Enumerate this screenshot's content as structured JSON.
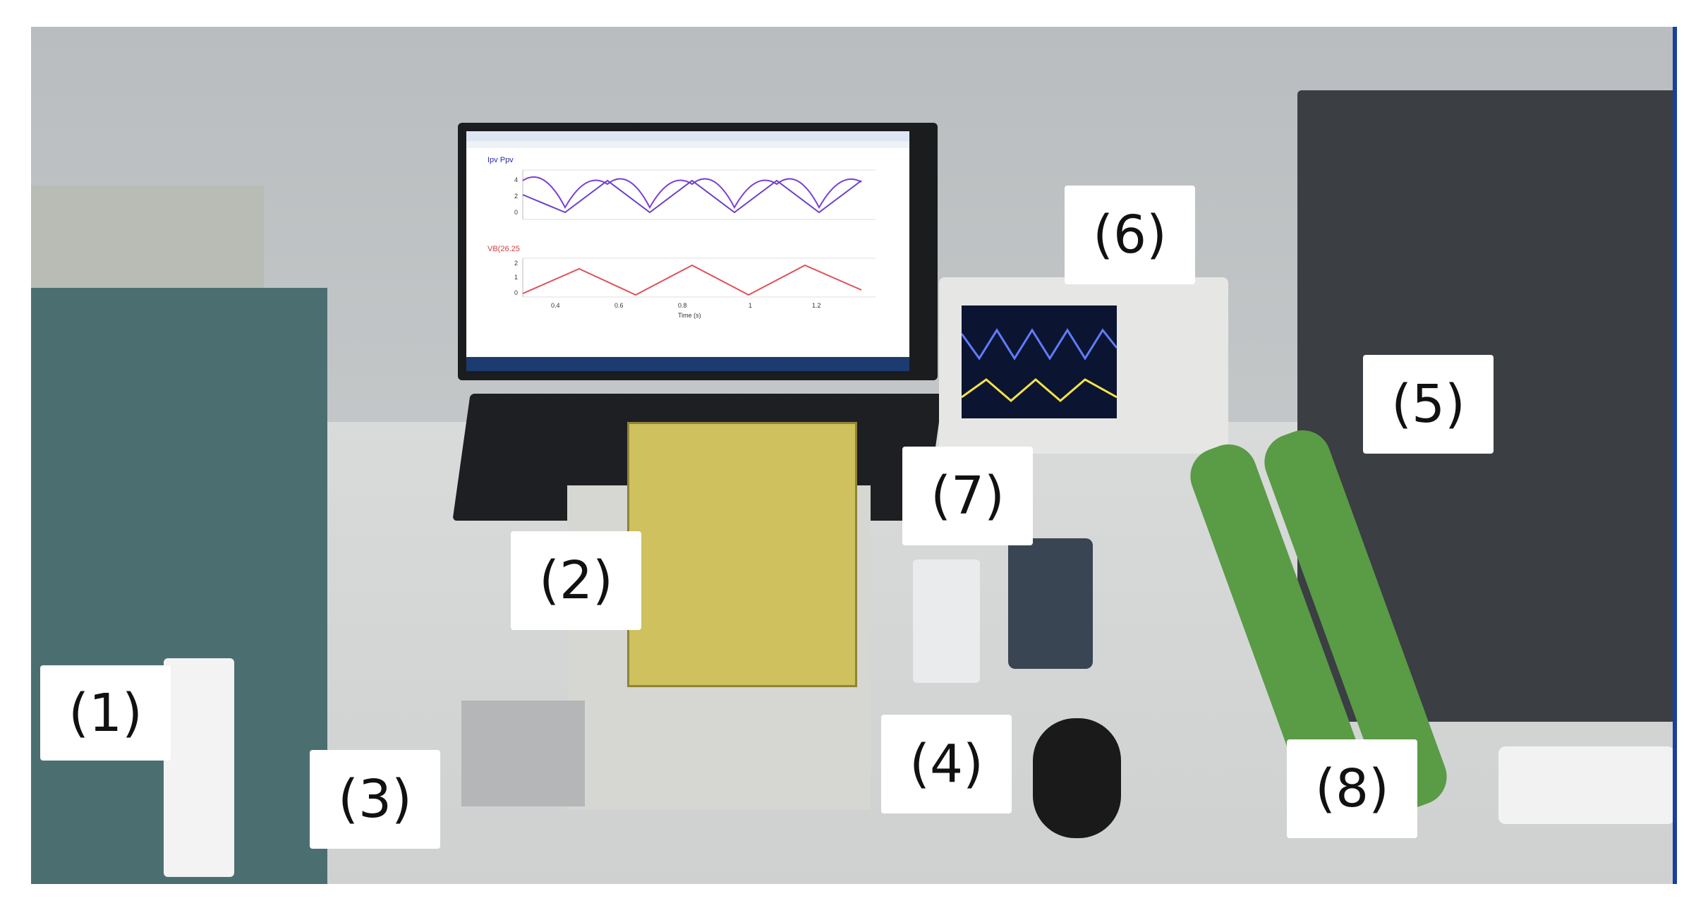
{
  "labels": {
    "l1": "(1)",
    "l2": "(2)",
    "l3": "(3)",
    "l4": "(4)",
    "l5": "(5)",
    "l6": "(6)",
    "l7": "(7)",
    "l8": "(8)"
  },
  "monitor": {
    "legend_top": "Ipv      Ppv",
    "legend_bottom": "VB(26.25",
    "y_ticks_top": [
      "4",
      "2",
      "0"
    ],
    "y_ticks_bottom": [
      "2",
      "1",
      "0"
    ],
    "x_ticks": [
      "0.4",
      "0.6",
      "0.8",
      "1",
      "1.2"
    ],
    "x_label": "Time (s)"
  },
  "colors": {
    "background": "#ffffff",
    "label_text": "#111111",
    "trace_purple": "#7b3fd6",
    "trace_red": "#e0505a",
    "scope_blue": "#5f7cff",
    "scope_yellow": "#f5e24a",
    "resistor_green": "#5a9b45",
    "pcb": "#cfc15e"
  }
}
